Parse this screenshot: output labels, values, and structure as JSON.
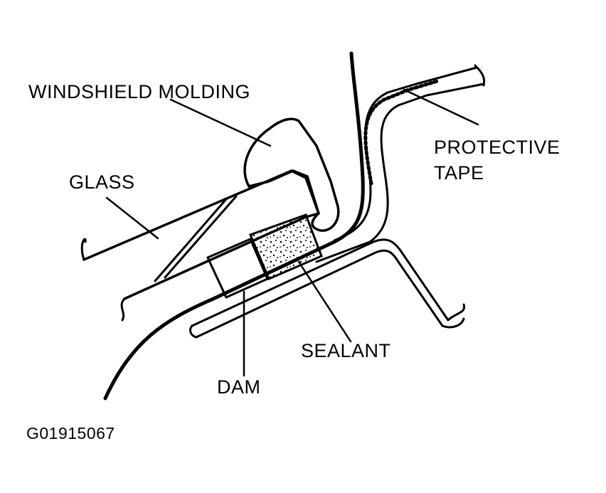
{
  "labels": {
    "windshield_molding": "WINDSHIELD MOLDING",
    "glass": "GLASS",
    "protective_tape_line1": "PROTECTIVE",
    "protective_tape_line2": "TAPE",
    "sealant": "SEALANT",
    "dam": "DAM",
    "figure_id": "G01915067"
  },
  "colors": {
    "ink": "#000000",
    "background": "#ffffff"
  }
}
